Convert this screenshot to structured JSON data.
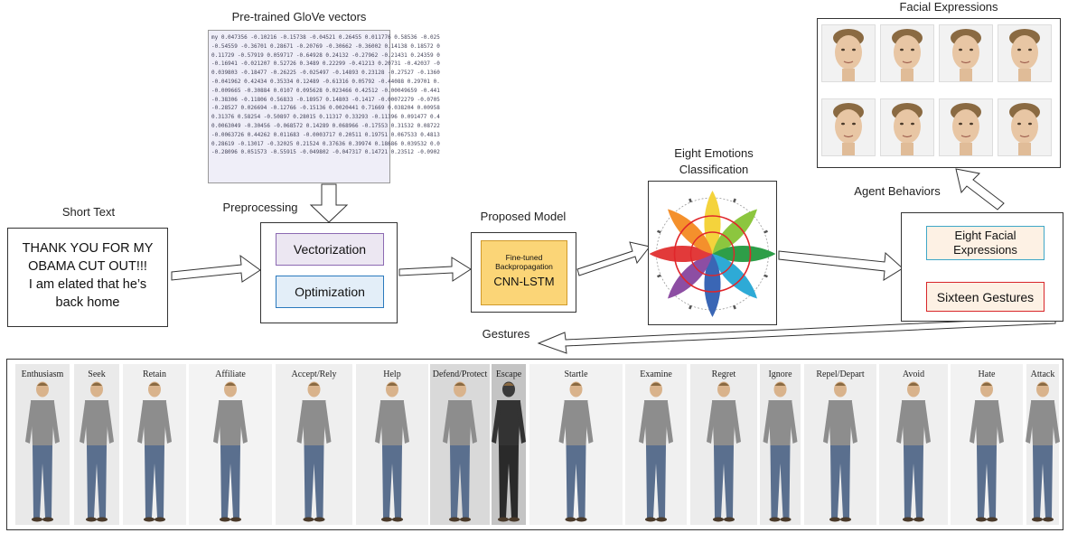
{
  "labels": {
    "glove_title": "Pre-trained GloVe vectors",
    "short_text": "Short Text",
    "preprocessing": "Preprocessing",
    "proposed_model": "Proposed Model",
    "emotions_line1": "Eight Emotions",
    "emotions_line2": "Classification",
    "facial_expressions": "Facial Expressions",
    "agent_behaviors": "Agent Behaviors",
    "gestures": "Gestures"
  },
  "glove_lines": [
    "my 0.047356 -0.10216 -0.15738 -0.04521 0.26455 0.011776 0.58536 -0.025",
    "-0.54559 -0.36701 0.28671 -0.20769 -0.30662 -0.36002 0.14138 0.18572 0",
    "0.11729 -0.57919 0.059717 -0.64928 0.24132 -0.27962 -0.21431 0.24359 0",
    "-0.16941 -0.021207 0.52726 0.3489 0.22299 -0.41213 0.20731 -0.42037 -0",
    "0.039803 -0.18477 -0.26225 -0.025497 -0.14893 0.23128 -0.27527 -0.1360",
    "-0.041962 0.42434 0.35334 0.12489 -0.61316 0.05792 -0.44088 0.29701 0.",
    "-0.009665 -0.30884 0.0107 0.095628 0.023466 0.42512 -0.00049659 -0.441",
    "-0.38306 -0.11806 0.56833 -0.18957 0.14803 -0.1417 -0.00072279 -0.0705",
    "-0.28527 0.026694 -0.12766 -0.15136 0.0020441 0.71669 0.038204 0.00958",
    "0.31376 0.58254 -0.50897 0.28015 0.11317 0.33293 -0.11396 0.091477 0.4",
    "0.0063049 -0.30456 -0.068572 0.14289 0.068966 -0.17553 0.31532 0.08722",
    "-0.0063726 0.44262 0.011683 -0.0003717 0.20511 0.19751 0.067533 0.4813",
    "0.28619 -0.13017 -0.32025 0.21524 0.37636 0.39974 0.18686 0.039532 0.0",
    "-0.28096 0.051573 -0.55915 -0.049802 -0.047317 0.14721 0.23512 -0.0902"
  ],
  "short_text_lines": [
    "THANK YOU FOR MY",
    "OBAMA CUT OUT!!!",
    "I am elated that he’s",
    "back home"
  ],
  "preprocessing_steps": [
    "Vectorization",
    "Optimization"
  ],
  "model": {
    "line1": "Fine-tuned",
    "line2": "Backpropagation",
    "name": "CNN-LSTM"
  },
  "agent": {
    "facial_line1": "Eight Facial",
    "facial_line2": "Expressions",
    "gestures": "Sixteen Gestures"
  },
  "gesture_names": [
    "Enthusiasm",
    "Seek",
    "Retain",
    "Affiliate",
    "Accept/Rely",
    "Help",
    "Defend/Protect",
    "Escape",
    "Startle",
    "Examine",
    "Regret",
    "Ignore",
    "Repel/Depart",
    "Avoid",
    "Hate",
    "Attack"
  ],
  "colors": {
    "vectorization_border": "#8c6ab2",
    "optimization_border": "#2a79bd",
    "model_fill": "#fbd577",
    "facial_border": "#3fa7c8",
    "gestures_border": "#d8262a"
  }
}
